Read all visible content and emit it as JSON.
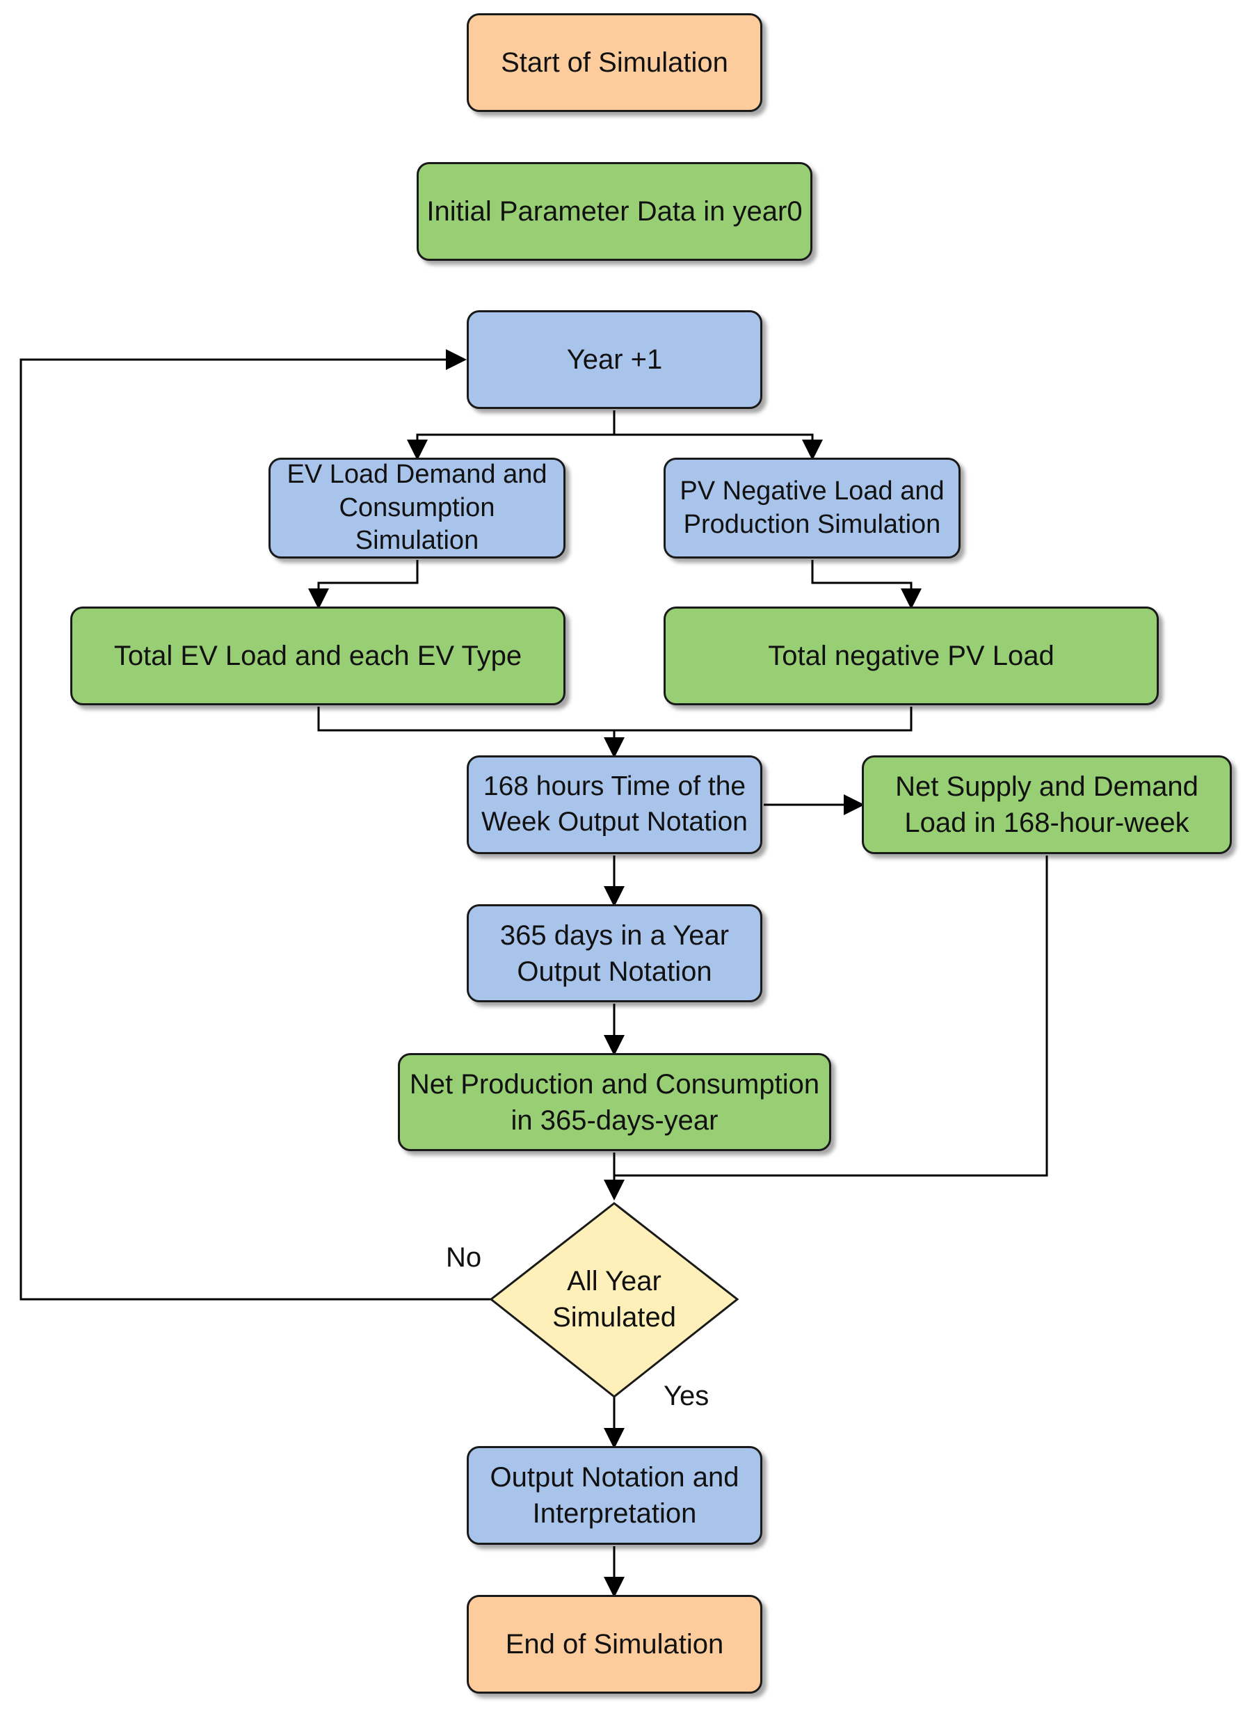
{
  "nodes": {
    "start": "Start of Simulation",
    "initial": "Initial Parameter Data in year0",
    "year": "Year +1",
    "ev_sim": "EV Load Demand and Consumption Simulation",
    "pv_sim": "PV Negative Load and Production Simulation",
    "total_ev": "Total EV Load and each EV Type",
    "total_pv": "Total negative PV Load",
    "hours168": "168 hours Time of the Week Output Notation",
    "net_supply": "Net Supply and Demand Load in 168-hour-week",
    "days365": "365 days in a Year Output Notation",
    "net_prod": "Net Production and Consumption in 365-days-year",
    "decision": "All Year Simulated",
    "output": "Output Notation and Interpretation",
    "end": "End of Simulation"
  },
  "edge_labels": {
    "no": "No",
    "yes": "Yes"
  },
  "colors": {
    "terminal": "#fdcc9d",
    "data": "#98cf74",
    "process": "#a9c4eb",
    "decision": "#fef0b8"
  }
}
